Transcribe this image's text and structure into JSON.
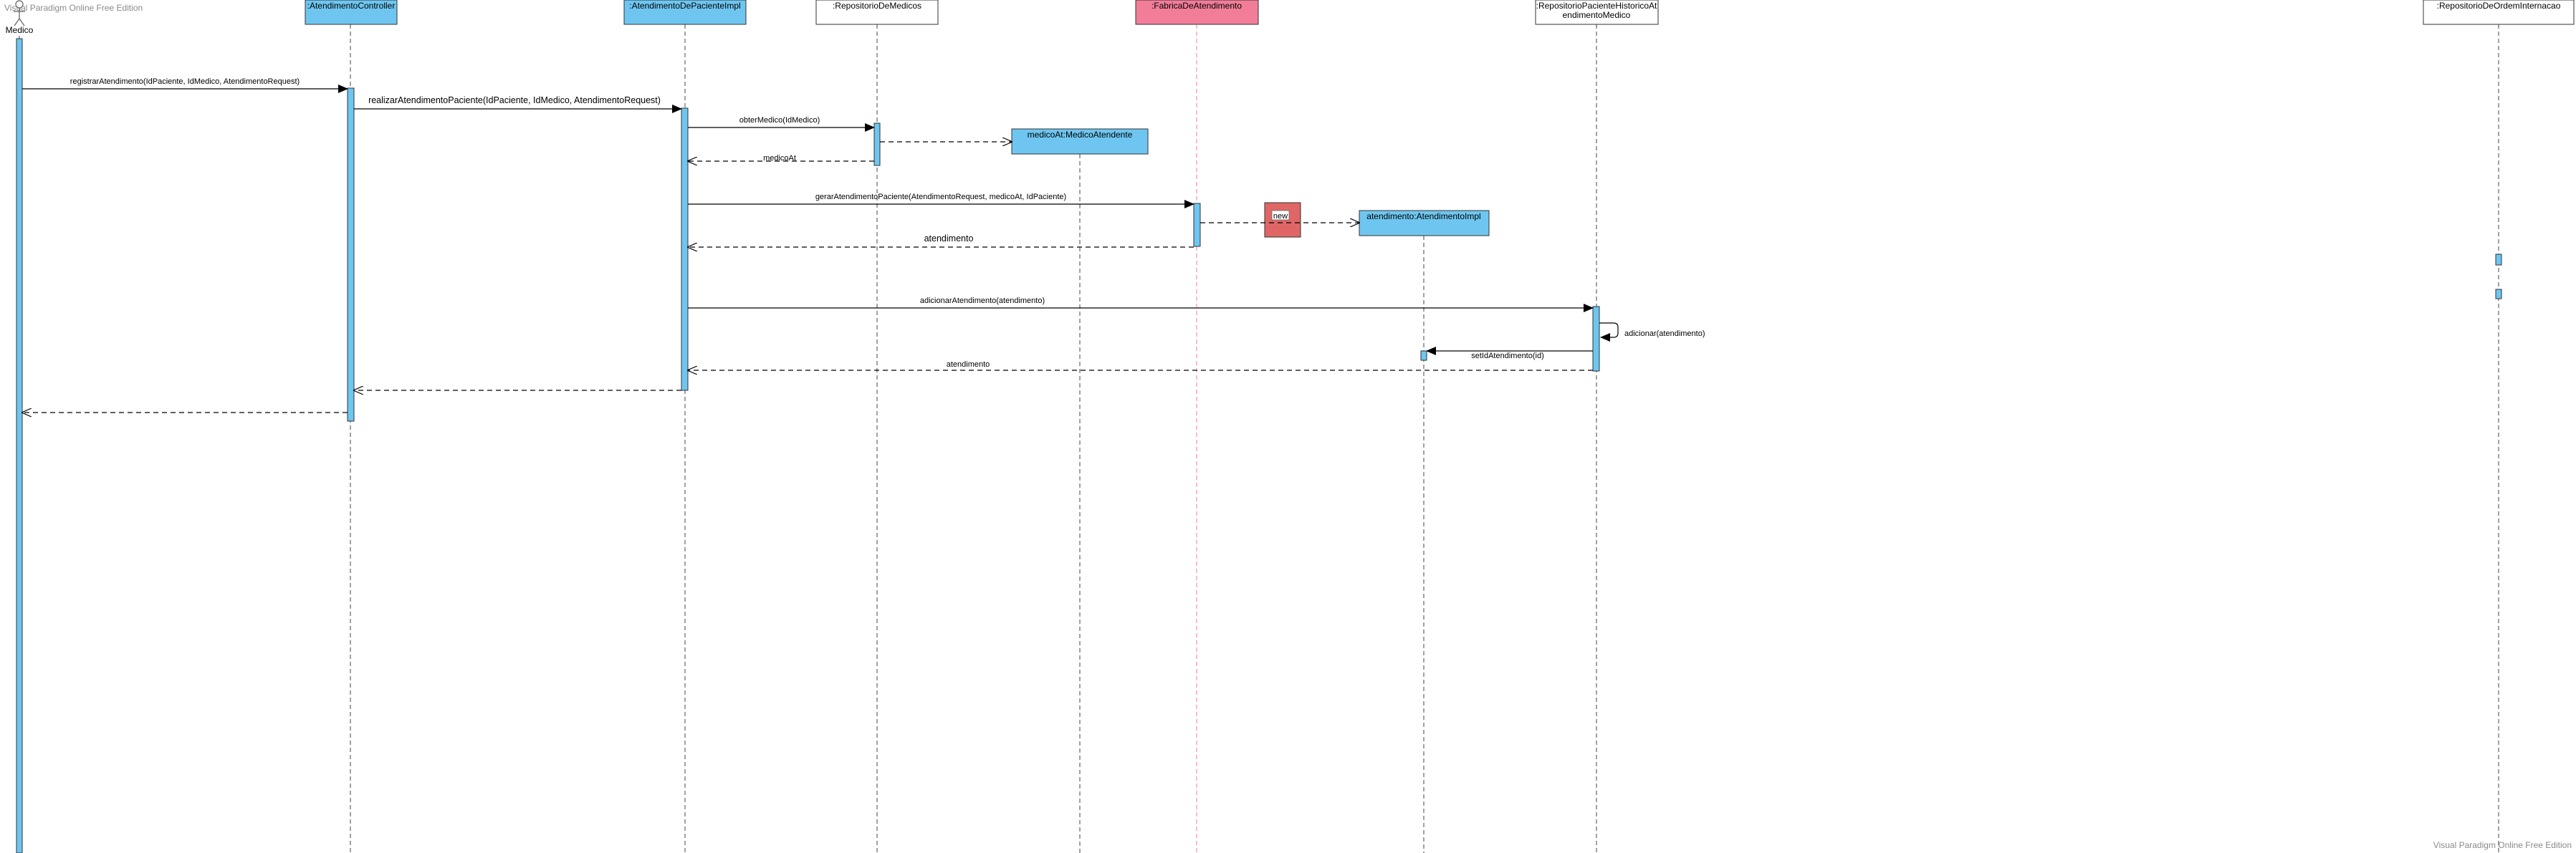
{
  "watermark": "Visual Paradigm Online Free Edition",
  "actor": {
    "name": "Medico"
  },
  "participants": [
    {
      "id": "controller",
      "name": ":AtendimentoController",
      "lines": [
        ":AtendimentoController"
      ],
      "fill": "#6ec6f0"
    },
    {
      "id": "service",
      "name": ":AtendimentoDePacienteImpl",
      "lines": [
        ":AtendimentoDePacienteImpl"
      ],
      "fill": "#6ec6f0"
    },
    {
      "id": "repoMedicos",
      "name": ":RepositorioDeMedicos",
      "lines": [
        ":RepositorioDeMedicos"
      ],
      "fill": "#ffffff"
    },
    {
      "id": "fabrica",
      "name": ":FabricaDeAtendimento",
      "lines": [
        ":FabricaDeAtendimento"
      ],
      "fill": "#f27d98"
    },
    {
      "id": "repoHistorico",
      "name": ":RepositorioPacienteHistoricoAtendimentoMedico",
      "lines": [
        ":RepositorioPacienteHistoricoAt",
        "endimentoMedico"
      ],
      "fill": "#ffffff"
    },
    {
      "id": "repoInternacao",
      "name": ":RepositorioDeOrdemInternacao",
      "lines": [
        ":RepositorioDeOrdemInternacao"
      ],
      "fill": "#ffffff"
    }
  ],
  "created_objects": [
    {
      "id": "medicoAt",
      "name": "medicoAt:MedicoAtendente",
      "fill": "#6ec6f0"
    },
    {
      "id": "atendimento",
      "name": "atendimento:AtendimentoImpl",
      "fill": "#6ec6f0"
    }
  ],
  "new_marker": {
    "label": "new",
    "fill": "#e06666"
  },
  "messages": [
    {
      "id": "m1",
      "label": "registrarAtendimento(IdPaciente, IdMedico, AtendimentoRequest)",
      "type": "sync"
    },
    {
      "id": "m2",
      "label": "realizarAtendimentoPaciente(IdPaciente, IdMedico, AtendimentoRequest)",
      "type": "sync"
    },
    {
      "id": "m3",
      "label": "obterMedico(IdMedico)",
      "type": "sync"
    },
    {
      "id": "m4",
      "label": "",
      "type": "create"
    },
    {
      "id": "m5",
      "label": "medicoAt",
      "type": "return"
    },
    {
      "id": "m6",
      "label": "gerarAtendimentoPaciente(AtendimentoRequest, medicoAt, IdPaciente)",
      "type": "sync"
    },
    {
      "id": "m7",
      "label": "",
      "type": "create"
    },
    {
      "id": "m8",
      "label": "atendimento",
      "type": "return"
    },
    {
      "id": "m9",
      "label": "adicionarAtendimento(atendimento)",
      "type": "sync"
    },
    {
      "id": "m10",
      "label": "adicionar(atendimento)",
      "type": "self"
    },
    {
      "id": "m11",
      "label": "setIdAtendimento(id)",
      "type": "sync"
    },
    {
      "id": "m12",
      "label": "atendimento",
      "type": "return"
    },
    {
      "id": "m13",
      "label": "",
      "type": "return"
    },
    {
      "id": "m14",
      "label": "",
      "type": "return"
    }
  ],
  "colors": {
    "activation": "#6ec6f0",
    "lifeline_default": "#444444",
    "lifeline_fabrica": "#f27d98"
  }
}
